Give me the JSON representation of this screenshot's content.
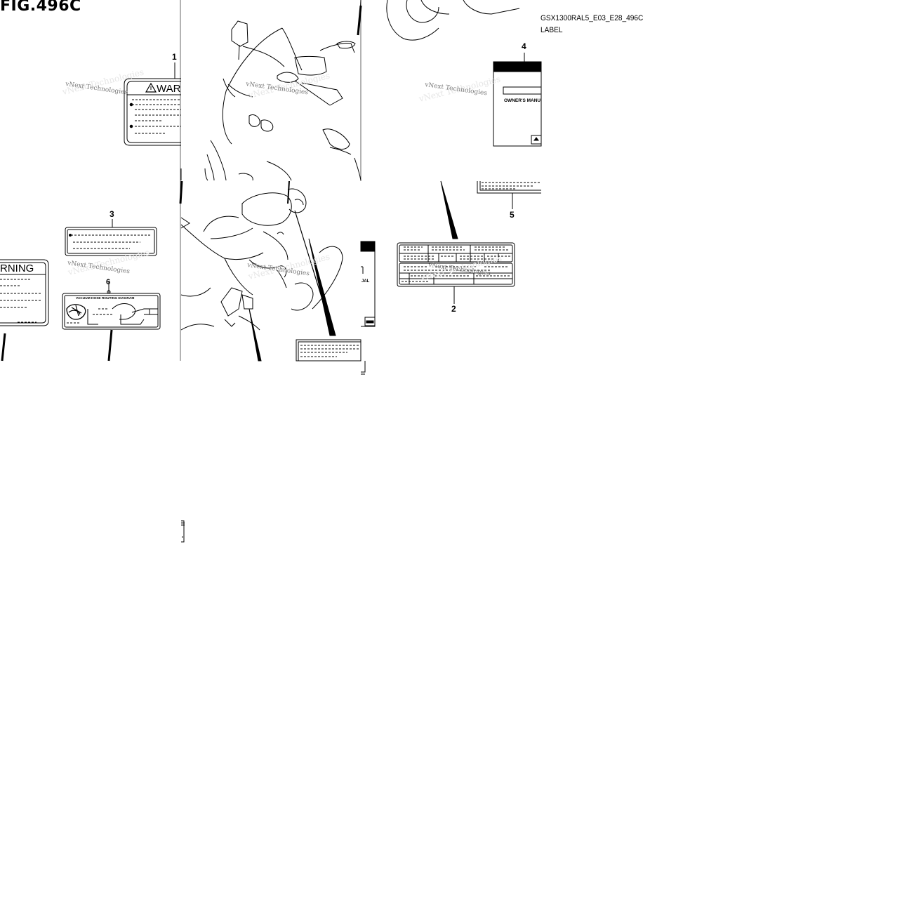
{
  "figure": {
    "title": "FIG.496C",
    "ref_code": "GSX1300RAL5_E03_E28_496C",
    "ref_label": "LABEL"
  },
  "callouts": [
    {
      "id": "1",
      "text": "1"
    },
    {
      "id": "2",
      "text": "2"
    },
    {
      "id": "3",
      "text": "3"
    },
    {
      "id": "4",
      "text": "4"
    },
    {
      "id": "5",
      "text": "5"
    },
    {
      "id": "6",
      "text": "6"
    }
  ],
  "labels": {
    "warning_partial_top": "WAR",
    "warning_partial_left": "RNING",
    "owners_manual": "OWNER'S MANU",
    "owners_manual_fragment": "JAL",
    "vacuum_diagram": "VACUUM HOSE ROUTING DIAGRAM"
  },
  "watermark": "vNext Technologies",
  "colors": {
    "line": "#000000",
    "background": "#ffffff",
    "watermark": "#7a7a7a"
  }
}
